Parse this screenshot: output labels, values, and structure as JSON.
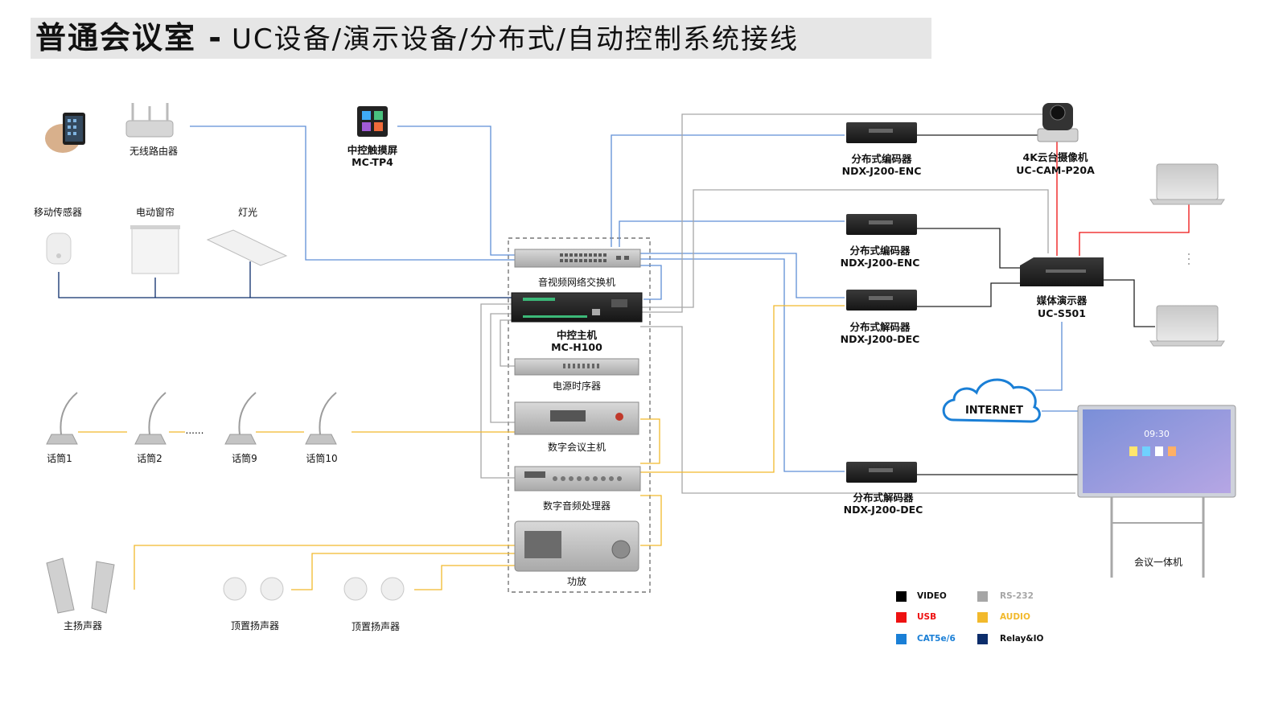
{
  "title": {
    "main": "普通会议室 - ",
    "sub": "UC设备/演示设备/分布式/自动控制系统接线"
  },
  "devices": {
    "router": "无线路由器",
    "touch_screen": {
      "name": "中控触摸屏",
      "model": "MC-TP4"
    },
    "motion_sensor": "移动传感器",
    "curtain": "电动窗帘",
    "light": "灯光",
    "switch": "音视频网络交换机",
    "controller": {
      "name": "中控主机",
      "model": "MC-H100"
    },
    "power_sequencer": "电源时序器",
    "conference_host": "数字会议主机",
    "audio_processor": "数字音频处理器",
    "amplifier": "功放",
    "mics": [
      "话筒1",
      "话筒2",
      "话筒9",
      "话筒10"
    ],
    "mic_ellipsis": "......",
    "main_speaker": "主扬声器",
    "ceiling_speaker_1": "顶置扬声器",
    "ceiling_speaker_2": "顶置扬声器",
    "encoder_1": {
      "name": "分布式编码器",
      "model": "NDX-J200-ENC"
    },
    "encoder_2": {
      "name": "分布式编码器",
      "model": "NDX-J200-ENC"
    },
    "decoder_1": {
      "name": "分布式解码器",
      "model": "NDX-J200-DEC"
    },
    "decoder_2": {
      "name": "分布式解码器",
      "model": "NDX-J200-DEC"
    },
    "camera": {
      "name": "4K云台摄像机",
      "model": "UC-CAM-P20A"
    },
    "media_presenter": {
      "name": "媒体演示器",
      "model": "UC-S501"
    },
    "internet": "INTERNET",
    "display": "会议一体机",
    "display_screen_time": "09:30"
  },
  "legend": [
    {
      "label": "VIDEO",
      "color": "#000000"
    },
    {
      "label": "RS-232",
      "color": "#a6a6a6"
    },
    {
      "label": "USB",
      "color": "#ee1111"
    },
    {
      "label": "AUDIO",
      "color": "#f2b92c"
    },
    {
      "label": "CAT5e/6",
      "color": "#1a7fd6"
    },
    {
      "label": "Relay&IO",
      "color": "#0c2d6b"
    }
  ],
  "colors": {
    "video": "#000000",
    "rs232": "#a6a6a6",
    "usb": "#ee1111",
    "audio": "#f2b92c",
    "cat": "#5f8fd6",
    "relay": "#0c2d6b"
  }
}
